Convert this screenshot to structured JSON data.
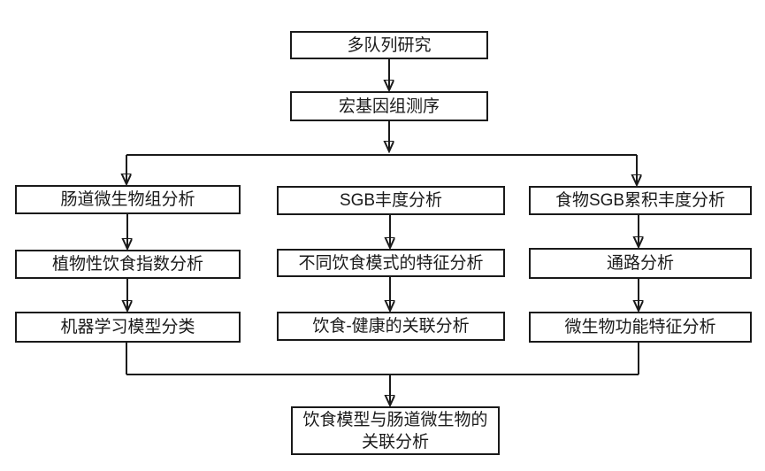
{
  "flowchart": {
    "background_color": "#ffffff",
    "box_border_color": "#1a1a1a",
    "box_fill_color": "#ffffff",
    "text_color": "#1a1a1a",
    "arrow_color": "#1a1a1a",
    "nodes": {
      "multi_cohort_study": {
        "label": "多队列研究"
      },
      "metagenomic_sequencing": {
        "label": "宏基因组测序"
      },
      "gut_microbiome_analysis": {
        "label": "肠道微生物组分析"
      },
      "plant_based_diet_index_analysis": {
        "label": "植物性饮食指数分析"
      },
      "ml_model_classification": {
        "label": "机器学习模型分类"
      },
      "sgb_abundance_analysis": {
        "label": "SGB丰度分析"
      },
      "diet_pattern_feature_analysis": {
        "label": "不同饮食模式的特征分析"
      },
      "diet_health_association_analysis": {
        "label": "饮食-健康的关联分析"
      },
      "food_sgb_cumulative_abundance_analysis": {
        "label": "食物SGB累积丰度分析"
      },
      "pathway_analysis": {
        "label": "通路分析"
      },
      "microbial_function_feature_analysis": {
        "label": "微生物功能特征分析"
      },
      "diet_model_gut_microbiota_association_analysis": {
        "label": "饮食模型与肠道微生物的关联分析"
      }
    },
    "edges": [
      {
        "from": "multi_cohort_study",
        "to": "metagenomic_sequencing"
      },
      {
        "from": "metagenomic_sequencing",
        "to": "gut_microbiome_analysis"
      },
      {
        "from": "metagenomic_sequencing",
        "to": "sgb_abundance_analysis"
      },
      {
        "from": "metagenomic_sequencing",
        "to": "food_sgb_cumulative_abundance_analysis"
      },
      {
        "from": "gut_microbiome_analysis",
        "to": "plant_based_diet_index_analysis"
      },
      {
        "from": "plant_based_diet_index_analysis",
        "to": "ml_model_classification"
      },
      {
        "from": "sgb_abundance_analysis",
        "to": "diet_pattern_feature_analysis"
      },
      {
        "from": "diet_pattern_feature_analysis",
        "to": "diet_health_association_analysis"
      },
      {
        "from": "food_sgb_cumulative_abundance_analysis",
        "to": "pathway_analysis"
      },
      {
        "from": "pathway_analysis",
        "to": "microbial_function_feature_analysis"
      },
      {
        "from": "ml_model_classification",
        "to": "diet_model_gut_microbiota_association_analysis"
      },
      {
        "from": "diet_health_association_analysis",
        "to": "diet_model_gut_microbiota_association_analysis"
      },
      {
        "from": "microbial_function_feature_analysis",
        "to": "diet_model_gut_microbiota_association_analysis"
      }
    ]
  }
}
